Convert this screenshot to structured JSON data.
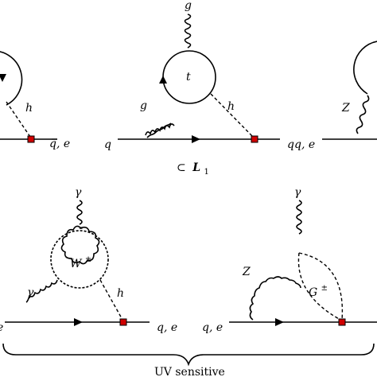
{
  "labels": {
    "p1_h": "h",
    "p1_qe": "q, e",
    "p2_g_top": "g",
    "p2_t": "t",
    "p2_g_left": "g",
    "p2_h": "h",
    "p2_q_left": "q",
    "p2_q_right": "q",
    "p3_qe": "q, e",
    "p3_Z": "Z",
    "p4_gamma_top": "γ",
    "p4_W": "W",
    "p4_W_sup": "±",
    "p4_gamma_left": "γ",
    "p4_h": "h",
    "p4_e_left": "e",
    "p4_qe": "q, e",
    "p5_qe_left": "q, e",
    "p5_gamma_top": "γ",
    "p5_Z": "Z",
    "p5_G": "G",
    "p5_G_sup": "±"
  },
  "captions": {
    "subset_symbol": "⊂",
    "subset_L": "L",
    "subset_L_sub": "1",
    "uv": "UV sensitive"
  }
}
